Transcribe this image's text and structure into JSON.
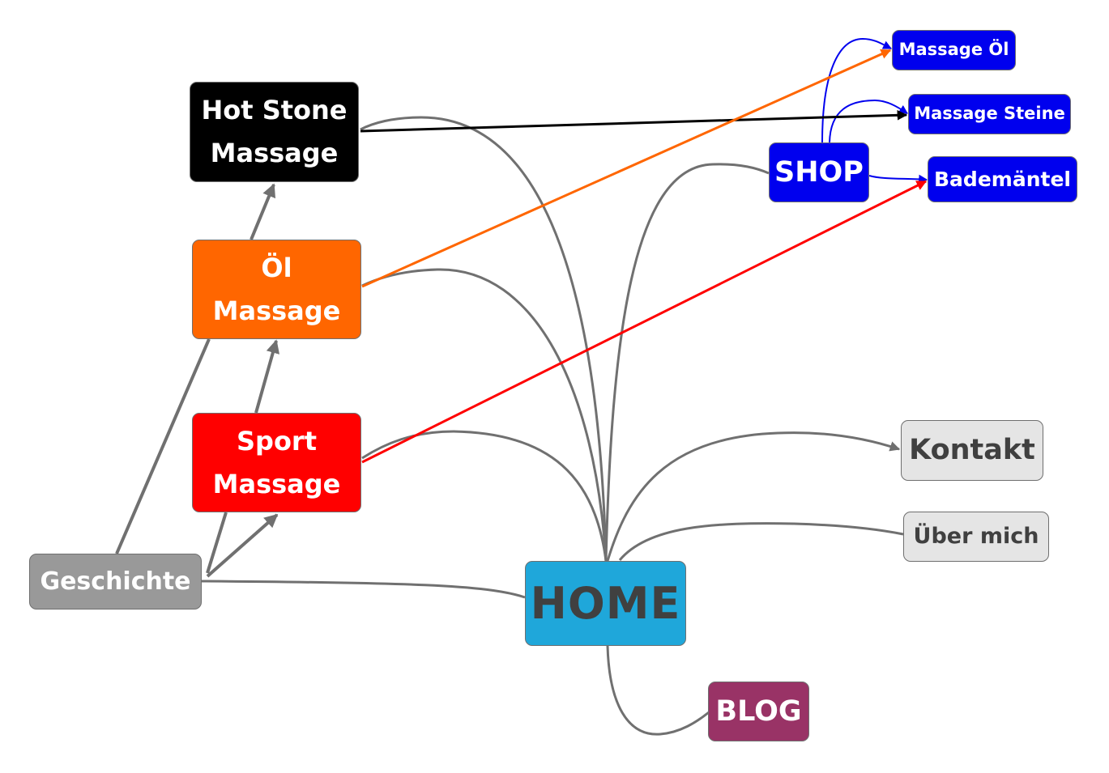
{
  "colors": {
    "home": "#1fa7da",
    "hot_stone": "#000000",
    "oel": "#ff6600",
    "sport": "#ff0000",
    "geschichte": "#999999",
    "shop": "#0000ee",
    "kontakt": "#e5e5e5",
    "ueber": "#e5e5e5",
    "blog": "#993366",
    "edge_gray": "#707070",
    "edge_shop": "#0000ee"
  },
  "nodes": {
    "home": {
      "lines": [
        "HOME"
      ]
    },
    "hot_stone": {
      "lines": [
        "Hot Stone",
        "Massage"
      ]
    },
    "oel": {
      "lines": [
        "Öl",
        "Massage"
      ]
    },
    "sport": {
      "lines": [
        "Sport",
        "Massage"
      ]
    },
    "geschichte": {
      "lines": [
        "Geschichte"
      ]
    },
    "shop": {
      "lines": [
        "SHOP"
      ]
    },
    "massage_oel": {
      "lines": [
        "Massage Öl"
      ]
    },
    "massage_steine": {
      "lines": [
        "Massage Steine"
      ]
    },
    "bademaentel": {
      "lines": [
        "Bademäntel"
      ]
    },
    "kontakt": {
      "lines": [
        "Kontakt"
      ]
    },
    "ueber_mich": {
      "lines": [
        "Über mich"
      ]
    },
    "blog": {
      "lines": [
        "BLOG"
      ]
    }
  },
  "edges": [
    {
      "from": "home",
      "to": "hot_stone",
      "kind": "tree"
    },
    {
      "from": "home",
      "to": "oel",
      "kind": "tree"
    },
    {
      "from": "home",
      "to": "sport",
      "kind": "tree"
    },
    {
      "from": "home",
      "to": "geschichte",
      "kind": "tree"
    },
    {
      "from": "home",
      "to": "shop",
      "kind": "tree"
    },
    {
      "from": "home",
      "to": "kontakt",
      "kind": "arrow"
    },
    {
      "from": "home",
      "to": "ueber_mich",
      "kind": "tree"
    },
    {
      "from": "home",
      "to": "blog",
      "kind": "tree"
    },
    {
      "from": "shop",
      "to": "massage_oel",
      "kind": "arrow"
    },
    {
      "from": "shop",
      "to": "massage_steine",
      "kind": "arrow"
    },
    {
      "from": "shop",
      "to": "bademaentel",
      "kind": "arrow"
    },
    {
      "from": "hot_stone",
      "to": "massage_steine",
      "kind": "arrow"
    },
    {
      "from": "oel",
      "to": "massage_oel",
      "kind": "arrow"
    },
    {
      "from": "sport",
      "to": "bademaentel",
      "kind": "arrow"
    },
    {
      "from": "geschichte",
      "to": "hot_stone",
      "kind": "line"
    },
    {
      "from": "geschichte",
      "to": "oel",
      "kind": "line"
    },
    {
      "from": "geschichte",
      "to": "sport",
      "kind": "arrow"
    },
    {
      "from": "oel",
      "to": "hot_stone",
      "kind": "arrow"
    },
    {
      "from": "sport",
      "to": "oel",
      "kind": "arrow"
    }
  ]
}
